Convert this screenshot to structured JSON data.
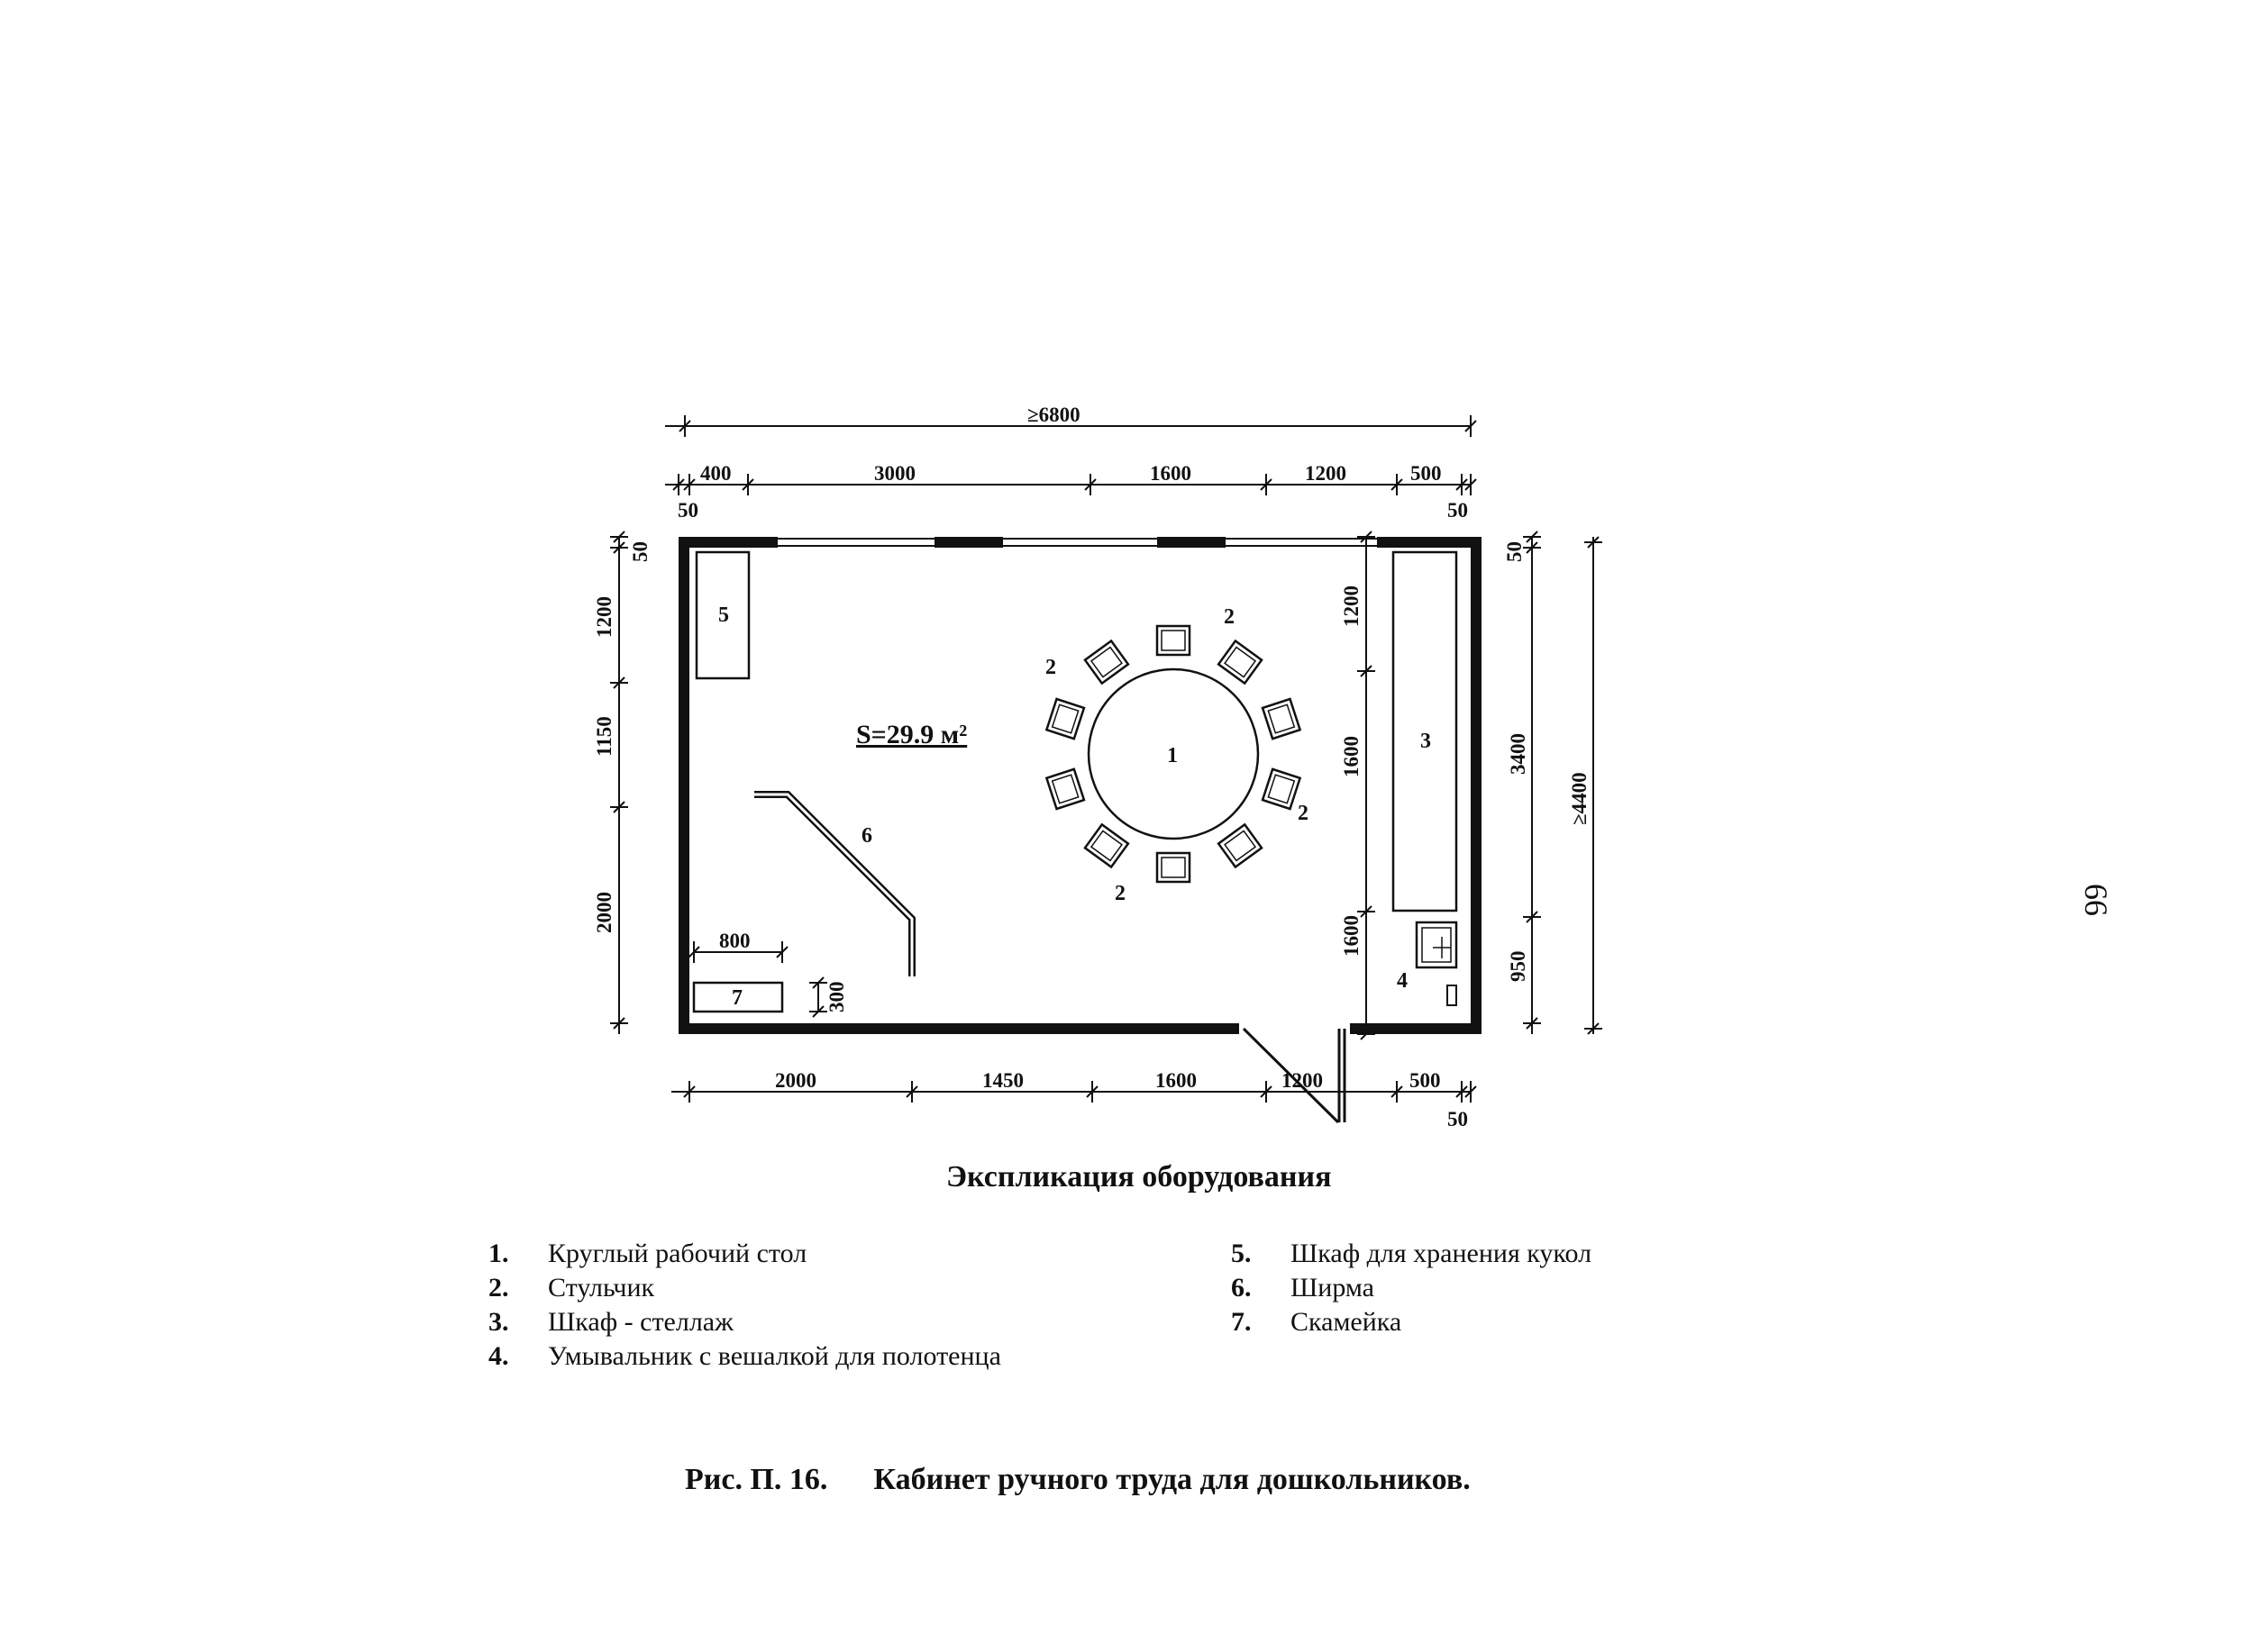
{
  "page_number": "66",
  "plan": {
    "area_label": "S=29.9 м²",
    "top_overall": "≥6800",
    "top_dims": [
      "400",
      "3000",
      "1600",
      "1200",
      "500"
    ],
    "top_wall_left": "50",
    "top_wall_right": "50",
    "left_wall_top": "50",
    "left_dims": [
      "1200",
      "1150",
      "2000"
    ],
    "right_inner_dims": [
      "1200",
      "1600",
      "1600"
    ],
    "right_dims": [
      "3400",
      "950"
    ],
    "right_wall_top": "50",
    "right_overall": "≥4400",
    "bottom_dims": [
      "2000",
      "1450",
      "1600",
      "1200",
      "500"
    ],
    "bottom_wall_right": "50",
    "bench_width": "800",
    "bench_depth": "300",
    "item_labels": {
      "table": "1",
      "chair": "2",
      "shelf": "3",
      "washbasin": "4",
      "doll_cabinet": "5",
      "screen": "6",
      "bench": "7"
    }
  },
  "legend": {
    "title": "Экспликация оборудования",
    "left_items": [
      {
        "num": "1.",
        "text": "Круглый рабочий стол"
      },
      {
        "num": "2.",
        "text": "Стульчик"
      },
      {
        "num": "3.",
        "text": "Шкаф - стеллаж"
      },
      {
        "num": "4.",
        "text": "Умывальник с вешалкой для полотенца"
      }
    ],
    "right_items": [
      {
        "num": "5.",
        "text": "Шкаф для хранения кукол"
      },
      {
        "num": "6.",
        "text": "Ширма"
      },
      {
        "num": "7.",
        "text": "Скамейка"
      }
    ]
  },
  "caption": {
    "figure": "Рис. П. 16.",
    "title": "Кабинет ручного труда для дошкольников."
  }
}
